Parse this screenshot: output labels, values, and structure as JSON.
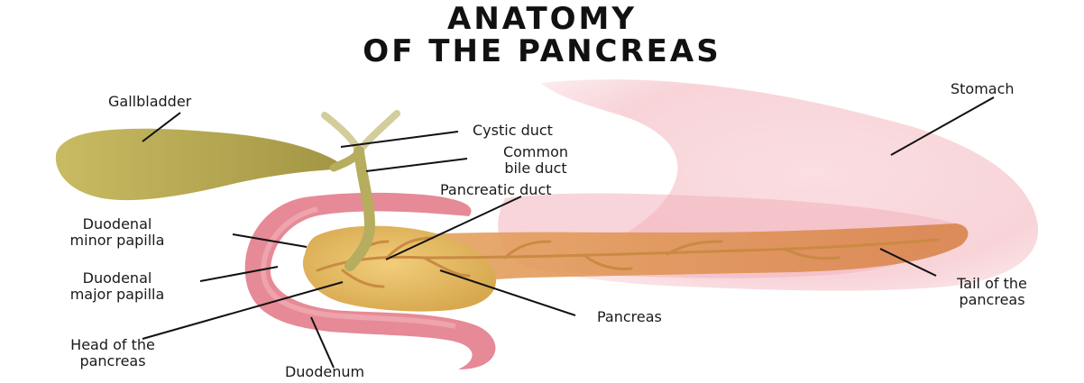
{
  "title": {
    "line1": "ANATOMY",
    "line2": "OF THE PANCREAS"
  },
  "labels": {
    "gallbladder": "Gallbladder",
    "stomach": "Stomach",
    "cystic_duct": "Cystic duct",
    "common_bile_duct_1": "Common",
    "common_bile_duct_2": "bile duct",
    "pancreatic_duct": "Pancreatic duct",
    "minor_papilla_1": "Duodenal",
    "minor_papilla_2": "minor papilla",
    "major_papilla_1": "Duodenal",
    "major_papilla_2": "major papilla",
    "head_1": "Head of the",
    "head_2": "pancreas",
    "duodenum": "Duodenum",
    "pancreas": "Pancreas",
    "tail_1": "Tail of the",
    "tail_2": "pancreas"
  },
  "colors": {
    "stomach": "#f6c9cf",
    "duodenum": "#e58a96",
    "pancreas_head": "#e4b860",
    "pancreas_tail": "#e0935a",
    "gallbladder": "#b5a852",
    "duct": "#b6ad5e",
    "leader_line": "#111111"
  }
}
